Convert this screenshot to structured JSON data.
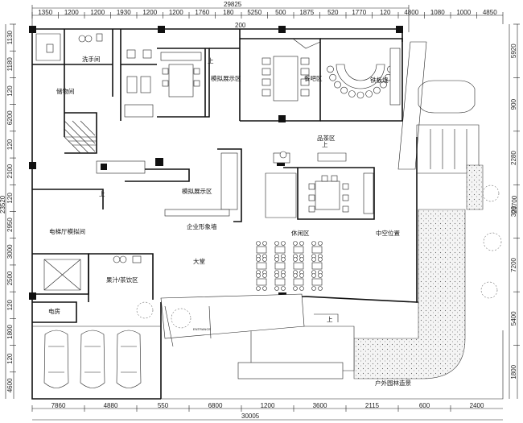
{
  "dimensions": {
    "top_total": "29825",
    "top_segments": [
      "1350",
      "1200",
      "1200",
      "1930",
      "1200",
      "1200",
      "1760",
      "180",
      "5250",
      "500",
      "1875",
      "520",
      "1770",
      "120",
      "4800",
      "1080",
      "1000",
      "4850"
    ],
    "top_inner": "200",
    "bottom_total": "30005",
    "bottom_segments": [
      "7860",
      "4880",
      "550",
      "6800",
      "1200",
      "3600",
      "2115",
      "600",
      "2400"
    ],
    "left_total": "23520",
    "left_segments": [
      "1130",
      "1180",
      "120",
      "6200",
      "120",
      "2100",
      "120",
      "2950",
      "3000",
      "2500",
      "120",
      "1800",
      "120",
      "4600"
    ],
    "right_total": "23700",
    "right_segments": [
      "5920",
      "900",
      "2280",
      "300",
      "7200",
      "5400",
      "1800"
    ]
  },
  "rooms": {
    "washroom": "洗手间",
    "storage": "储物间",
    "model_display_1": "模拟展示区",
    "dining": "餐吧区",
    "teppanyaki": "铁板烧",
    "tea": "品茶区",
    "model_display_2": "模拟展示区",
    "image_wall": "企业形象墙",
    "elevator_hall": "电梯厅模拟间",
    "lounge": "休闲区",
    "atrium": "中空位置",
    "lobby": "大堂",
    "juice_bar": "果汁/茶饮区",
    "electrical": "电房",
    "entrance": "ENTRANCE",
    "garden": "户外园林造景"
  },
  "markers": {
    "up": "上"
  }
}
